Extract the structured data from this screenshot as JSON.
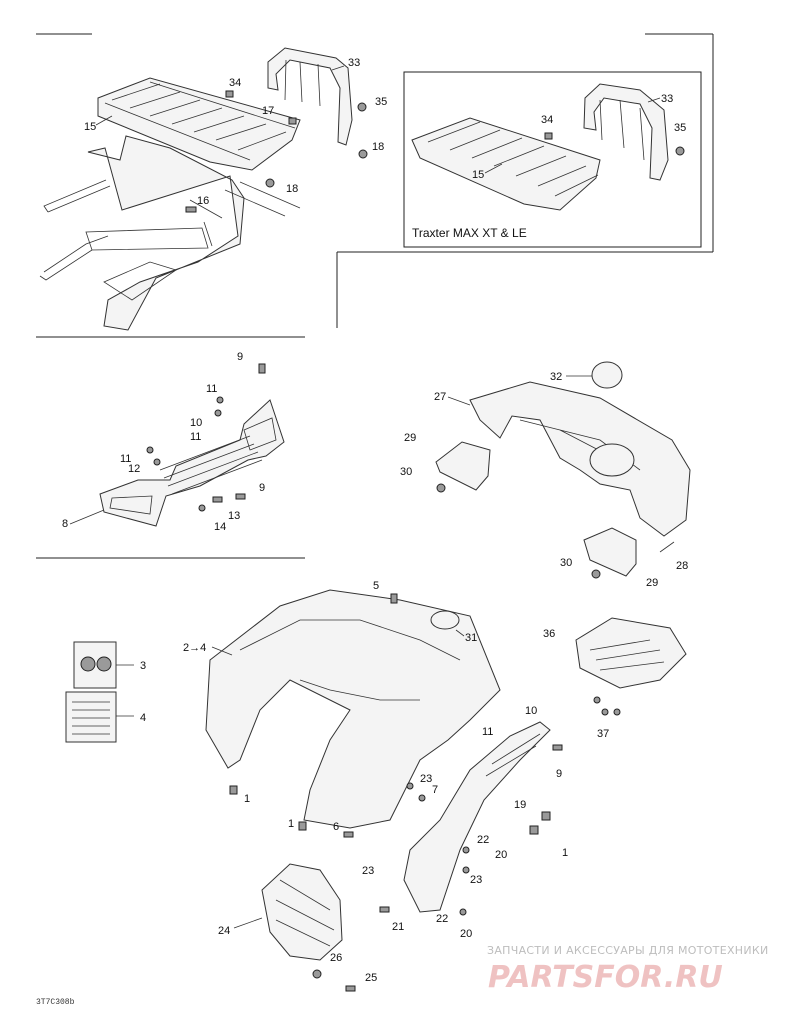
{
  "diagram": {
    "inset_caption": "Traxter MAX XT & LE",
    "drawing_code": "3T7C308b",
    "watermark": {
      "tagline": "ЗАПЧАСТИ И АКСЕССУАРЫ ДЛЯ МОТОТЕХНИКИ",
      "brand": "PARTSFOR.RU"
    },
    "callouts": [
      "33",
      "34",
      "35",
      "17",
      "15",
      "18",
      "18",
      "16",
      "33",
      "34",
      "35",
      "15",
      "9",
      "11",
      "10",
      "11",
      "11",
      "12",
      "9",
      "13",
      "14",
      "8",
      "32",
      "27",
      "29",
      "30",
      "30",
      "29",
      "28",
      "5",
      "31",
      "2→4",
      "3",
      "4",
      "36",
      "11",
      "10",
      "9",
      "37",
      "1",
      "23",
      "7",
      "6",
      "1",
      "19",
      "1",
      "22",
      "20",
      "23",
      "23",
      "22",
      "20",
      "21",
      "24",
      "26",
      "25"
    ]
  }
}
